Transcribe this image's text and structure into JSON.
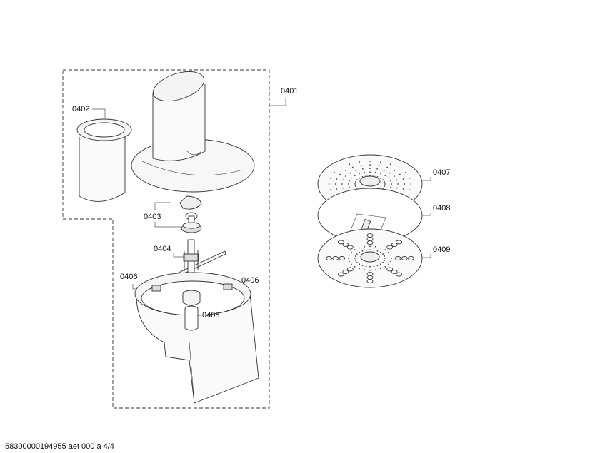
{
  "labels": {
    "p0401": "0401",
    "p0402": "0402",
    "p0403": "0403",
    "p0404": "0404",
    "p0405": "0405",
    "p0406a": "0406",
    "p0406b": "0406",
    "p0407": "0407",
    "p0408": "0408",
    "p0409": "0409"
  },
  "footer": "58300000194955 aet 000 a 4/4",
  "colors": {
    "line": "#333333",
    "fill": "#f4f4f4"
  }
}
